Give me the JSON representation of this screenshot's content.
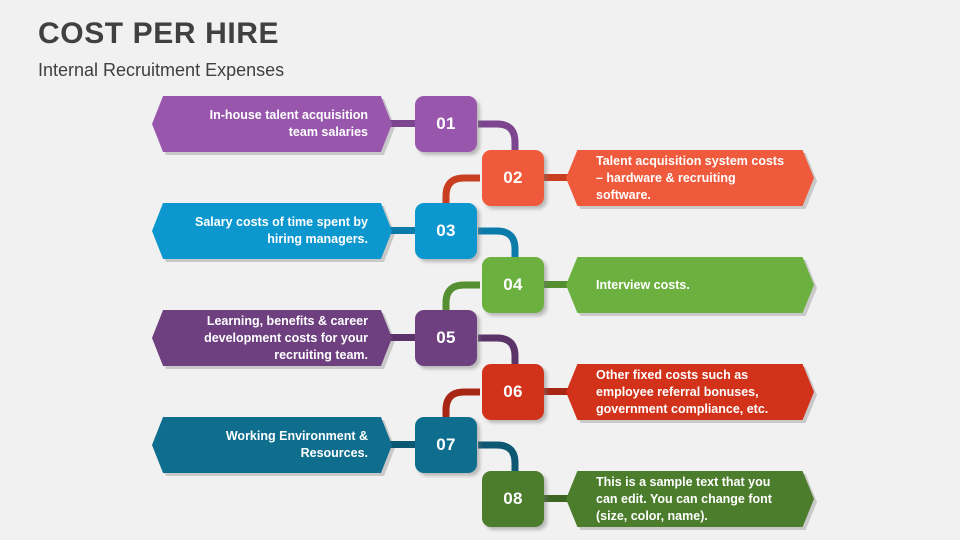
{
  "header": {
    "title": "COST PER HIRE",
    "subtitle": "Internal Recruitment Expenses"
  },
  "colors": {
    "background": "#f1f1f1",
    "title_text": "#404040",
    "purple_light": "#9857ad",
    "purple_dark": "#6f4080",
    "orange_red": "#f05a3c",
    "red_dark": "#d3321a",
    "cyan": "#0c97ce",
    "teal_dark": "#0f6e8e",
    "green_light": "#6cb03f",
    "green_dark": "#4b7d2c",
    "label_text": "#ffffff"
  },
  "items": [
    {
      "number": "01",
      "side": "left",
      "text": "In-house talent acquisition team salaries",
      "color": "#9857ad",
      "stub_color": "#7d4490"
    },
    {
      "number": "02",
      "side": "right",
      "text": "Talent acquisition system costs – hardware & recruiting software.",
      "color": "#f05a3c",
      "stub_color": "#c93e20"
    },
    {
      "number": "03",
      "side": "left",
      "text": "Salary costs of time spent by hiring managers.",
      "color": "#0c97ce",
      "stub_color": "#0b7ca9"
    },
    {
      "number": "04",
      "side": "right",
      "text": "Interview costs.",
      "color": "#6cb03f",
      "stub_color": "#558f31"
    },
    {
      "number": "05",
      "side": "left",
      "text": "Learning, benefits & career development costs for your recruiting team.",
      "color": "#6f4080",
      "stub_color": "#5b3369"
    },
    {
      "number": "06",
      "side": "right",
      "text": "Other fixed costs such as employee referral bonuses, government compliance, etc.",
      "color": "#d3321a",
      "stub_color": "#a82714"
    },
    {
      "number": "07",
      "side": "left",
      "text": "Working Environment & Resources.",
      "color": "#0f6e8e",
      "stub_color": "#0c5872"
    },
    {
      "number": "08",
      "side": "right",
      "text": "This is a sample text that you can edit. You can change font (size, color, name).",
      "color": "#4b7d2c",
      "stub_color": "#3c6622"
    }
  ]
}
